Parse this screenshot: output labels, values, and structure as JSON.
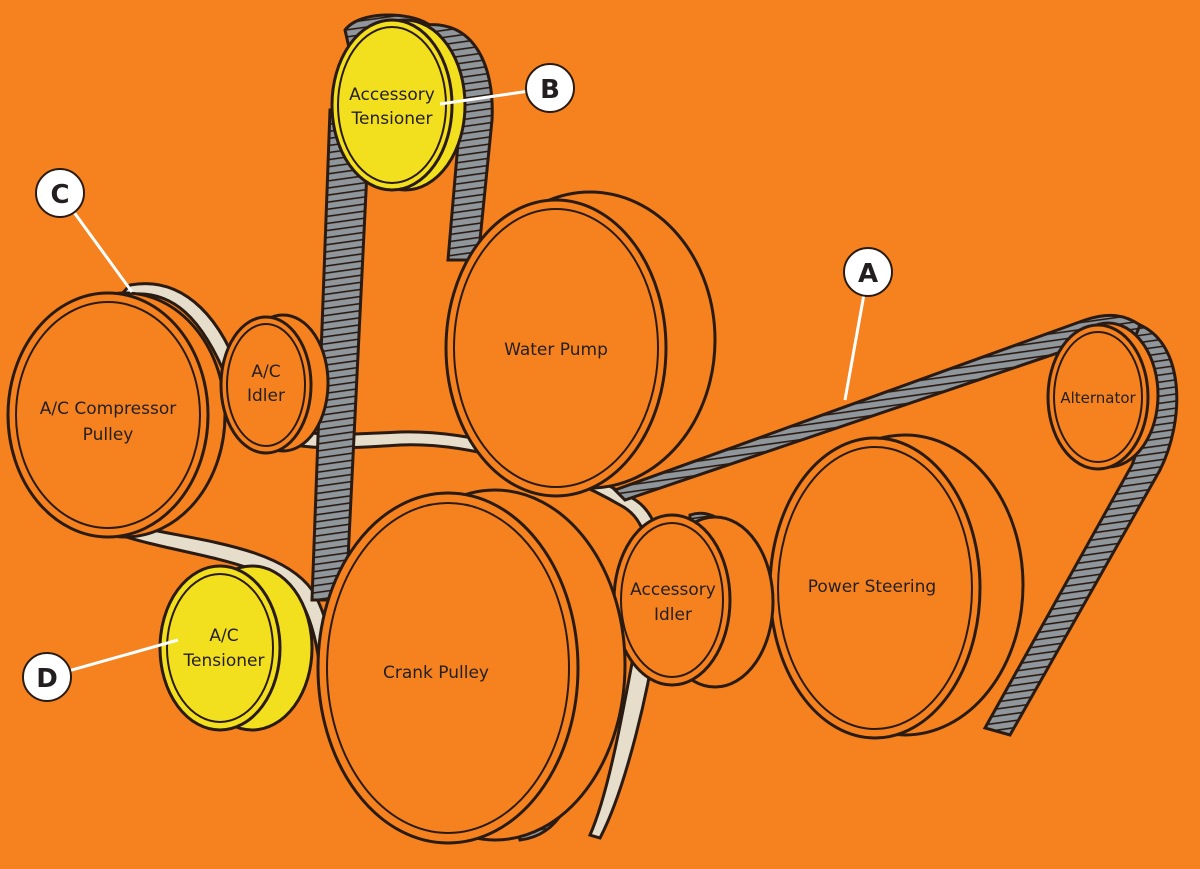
{
  "colors": {
    "background": "#f5821f",
    "pulley": "#f5821f",
    "tensioner": "#f2df1e",
    "outline": "#2a1b12",
    "accessory_belt": "#8f969c",
    "ac_belt": "#e6decb",
    "callout_fill": "#ffffff"
  },
  "pulleys": {
    "accessory_tensioner": [
      "Accessory",
      "Tensioner"
    ],
    "ac_compressor": [
      "A/C Compressor",
      "Pulley"
    ],
    "ac_idler": [
      "A/C",
      "Idler"
    ],
    "water_pump": [
      "Water Pump"
    ],
    "alternator": [
      "Alternator"
    ],
    "crank": [
      "Crank Pulley"
    ],
    "accessory_idler": [
      "Accessory",
      "Idler"
    ],
    "power_steering": [
      "Power Steering"
    ],
    "ac_tensioner": [
      "A/C",
      "Tensioner"
    ]
  },
  "callouts": {
    "a": "A",
    "b": "B",
    "c": "C",
    "d": "D"
  }
}
